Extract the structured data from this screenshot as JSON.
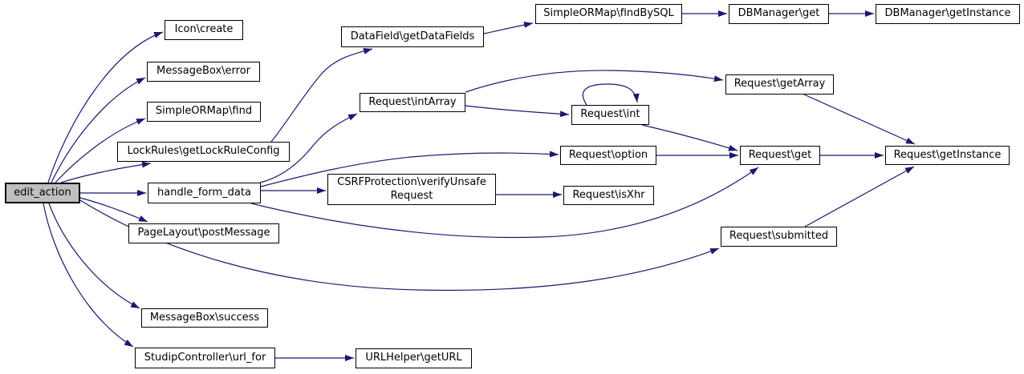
{
  "diagram": {
    "type": "doxygen-call-graph",
    "root": "edit_action",
    "background": "#ffffff",
    "edge_color": "#191970",
    "node_border_color": "#000000",
    "node_fill": "#ffffff",
    "highlight_fill": "#bfbfbf"
  },
  "nodes": [
    {
      "id": "edit_action",
      "label": "edit_action",
      "highlighted": true
    },
    {
      "id": "icon_create",
      "label": "Icon\\create",
      "highlighted": false
    },
    {
      "id": "messagebox_error",
      "label": "MessageBox\\error",
      "highlighted": false
    },
    {
      "id": "simpleormap_find",
      "label": "SimpleORMap\\find",
      "highlighted": false
    },
    {
      "id": "lockrules_getlockruleconfig",
      "label": "LockRules\\getLockRuleConfig",
      "highlighted": false
    },
    {
      "id": "handle_form_data",
      "label": "handle_form_data",
      "highlighted": false
    },
    {
      "id": "pagelayout_postmessage",
      "label": "PageLayout\\postMessage",
      "highlighted": false
    },
    {
      "id": "messagebox_success",
      "label": "MessageBox\\success",
      "highlighted": false
    },
    {
      "id": "studipcontroller_url_for",
      "label": "StudipController\\url_for",
      "highlighted": false
    },
    {
      "id": "datafield_getdatafields",
      "label": "DataField\\getDataFields",
      "highlighted": false
    },
    {
      "id": "request_intarray",
      "label": "Request\\intArray",
      "highlighted": false
    },
    {
      "id": "csrfprotection_verifyunsaferequest",
      "label": "CSRFProtection\\verifyUnsafe\nRequest",
      "highlighted": false
    },
    {
      "id": "request_int",
      "label": "Request\\int",
      "highlighted": false
    },
    {
      "id": "request_option",
      "label": "Request\\option",
      "highlighted": false
    },
    {
      "id": "request_isxhr",
      "label": "Request\\isXhr",
      "highlighted": false
    },
    {
      "id": "request_getarray",
      "label": "Request\\getArray",
      "highlighted": false
    },
    {
      "id": "request_get",
      "label": "Request\\get",
      "highlighted": false
    },
    {
      "id": "request_submitted",
      "label": "Request\\submitted",
      "highlighted": false
    },
    {
      "id": "simpleormap_findbysql",
      "label": "SimpleORMap\\findBySQL",
      "highlighted": false
    },
    {
      "id": "dbmanager_get",
      "label": "DBManager\\get",
      "highlighted": false
    },
    {
      "id": "dbmanager_getinstance",
      "label": "DBManager\\getInstance",
      "highlighted": false
    },
    {
      "id": "request_getinstance",
      "label": "Request\\getInstance",
      "highlighted": false
    },
    {
      "id": "urlhelper_geturl",
      "label": "URLHelper\\getURL",
      "highlighted": false
    }
  ],
  "edges": [
    {
      "from": "edit_action",
      "to": "icon_create"
    },
    {
      "from": "edit_action",
      "to": "messagebox_error"
    },
    {
      "from": "edit_action",
      "to": "simpleormap_find"
    },
    {
      "from": "edit_action",
      "to": "lockrules_getlockruleconfig"
    },
    {
      "from": "edit_action",
      "to": "handle_form_data"
    },
    {
      "from": "edit_action",
      "to": "pagelayout_postmessage"
    },
    {
      "from": "edit_action",
      "to": "messagebox_success"
    },
    {
      "from": "edit_action",
      "to": "studipcontroller_url_for"
    },
    {
      "from": "edit_action",
      "to": "request_submitted"
    },
    {
      "from": "handle_form_data",
      "to": "csrfprotection_verifyunsaferequest"
    },
    {
      "from": "handle_form_data",
      "to": "request_intarray"
    },
    {
      "from": "handle_form_data",
      "to": "request_option"
    },
    {
      "from": "handle_form_data",
      "to": "request_get"
    },
    {
      "from": "lockrules_getlockruleconfig",
      "to": "datafield_getdatafields"
    },
    {
      "from": "datafield_getdatafields",
      "to": "simpleormap_findbysql"
    },
    {
      "from": "simpleormap_findbysql",
      "to": "dbmanager_get"
    },
    {
      "from": "dbmanager_get",
      "to": "dbmanager_getinstance"
    },
    {
      "from": "request_intarray",
      "to": "request_getarray"
    },
    {
      "from": "request_intarray",
      "to": "request_int"
    },
    {
      "from": "request_int",
      "to": "request_int"
    },
    {
      "from": "request_int",
      "to": "request_get"
    },
    {
      "from": "request_option",
      "to": "request_get"
    },
    {
      "from": "request_get",
      "to": "request_getinstance"
    },
    {
      "from": "request_getarray",
      "to": "request_getinstance"
    },
    {
      "from": "request_submitted",
      "to": "request_getinstance"
    },
    {
      "from": "csrfprotection_verifyunsaferequest",
      "to": "request_isxhr"
    },
    {
      "from": "studipcontroller_url_for",
      "to": "urlhelper_geturl"
    }
  ]
}
